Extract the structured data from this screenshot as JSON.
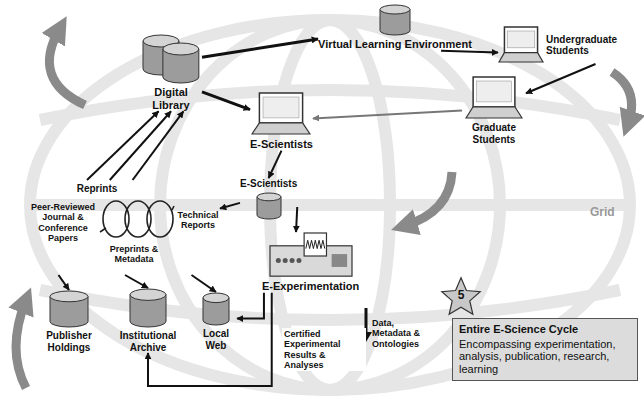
{
  "diagram": {
    "nodes": [
      {
        "text": [
          "Digital Library"
        ]
      },
      {
        "text": [
          "Virtual Learning Environment"
        ]
      },
      {
        "text": [
          "Undergraduate Students"
        ]
      },
      {
        "text": [
          "Graduate Students"
        ]
      },
      {
        "text": [
          "E-Scientists"
        ]
      },
      {
        "text": [
          "Reprints",
          "Peer-Reviewed Journal & Conference Papers",
          "Technical Reports",
          "Preprints & Metadata"
        ]
      },
      {
        "text": [
          "E-Scientists"
        ]
      },
      {
        "text": [
          "E-Experimentation"
        ]
      },
      {
        "text": [
          "Publisher Holdings"
        ]
      },
      {
        "text": [
          "Institutional Archive"
        ]
      },
      {
        "text": [
          "Local Web"
        ]
      },
      {
        "text": [
          "5"
        ]
      },
      {
        "text": [
          "Entire E-Science Cycle",
          "Encompassing experimentation, analysis, publication, research, learning"
        ]
      }
    ],
    "edges": [
      {
        "from": 0,
        "to": 1,
        "arrow": "to"
      },
      {
        "from": 0,
        "to": 4,
        "arrow": "to"
      },
      {
        "from": 1,
        "to": 2,
        "arrow": "to"
      },
      {
        "from": 2,
        "to": 3,
        "arrow": "to"
      },
      {
        "from": 3,
        "to": 4,
        "arrow": "to"
      },
      {
        "from": 4,
        "to": 6,
        "arrow": "to"
      },
      {
        "from": 6,
        "to": 7,
        "arrow": "to"
      },
      {
        "from": 6,
        "to": 5,
        "arrow": "to"
      },
      {
        "from": 5,
        "to": 0,
        "arrow": "to"
      },
      {
        "from": 5,
        "to": 0,
        "arrow": "to"
      },
      {
        "from": 5,
        "to": 0,
        "arrow": "to"
      },
      {
        "from": 5,
        "to": 8,
        "arrow": "to"
      },
      {
        "from": 5,
        "to": 9,
        "arrow": "to"
      },
      {
        "from": 5,
        "to": 10,
        "arrow": "to"
      },
      {
        "from": 7,
        "to": 10,
        "arrow": "to",
        "label": "Certified Experimental Results & Analyses"
      },
      {
        "from": 7,
        "to": 9,
        "arrow": "to"
      }
    ],
    "labels": [
      "Grid",
      "Data, Metadata & Ontologies"
    ]
  }
}
